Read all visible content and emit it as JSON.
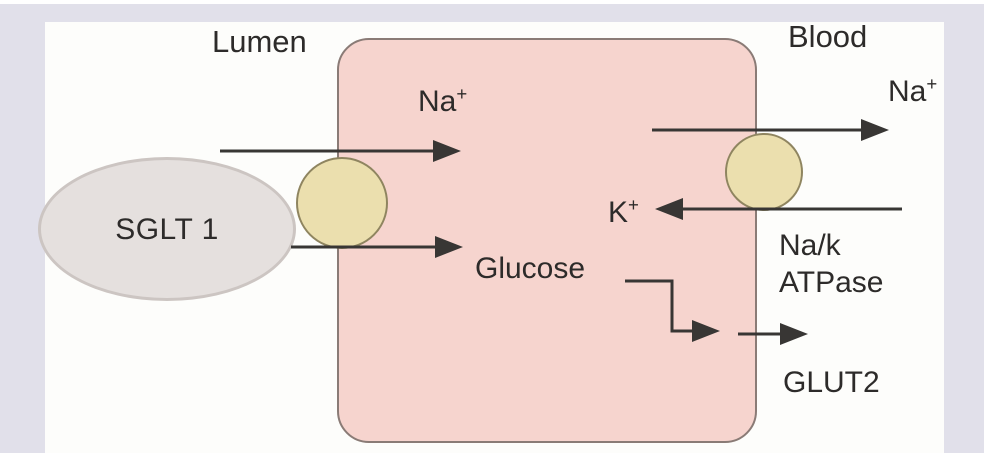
{
  "labels": {
    "lumen": "Lumen",
    "blood": "Blood",
    "sglt1": "SGLT 1",
    "sodium": {
      "base": "Na",
      "sup": "+"
    },
    "potassium": {
      "base": "K",
      "sup": "+"
    },
    "glucose": "Glucose",
    "nak_atpase": {
      "line1": "Na/k",
      "line2": "ATPase"
    },
    "glut2": "GLUT2"
  },
  "icons": {
    "arrows": [
      "na-influx-arrow",
      "glucose-influx-arrow",
      "na-efflux-arrow",
      "k-influx-arrow",
      "glucose-intracellular-arrow",
      "glut2-efflux-arrow"
    ]
  },
  "colors": {
    "frame": "#e1e0ea",
    "canvas": "#fdfdfb",
    "cell_fill": "#f6d4ce",
    "cell_border": "#8a7b76",
    "transporter_fill": "#ebdfae",
    "transporter_border": "#8f8560",
    "sglt_fill": "#e5e0de",
    "sglt_border": "#ccc5c2",
    "arrow": "#383634",
    "text": "#2d2b2a"
  }
}
